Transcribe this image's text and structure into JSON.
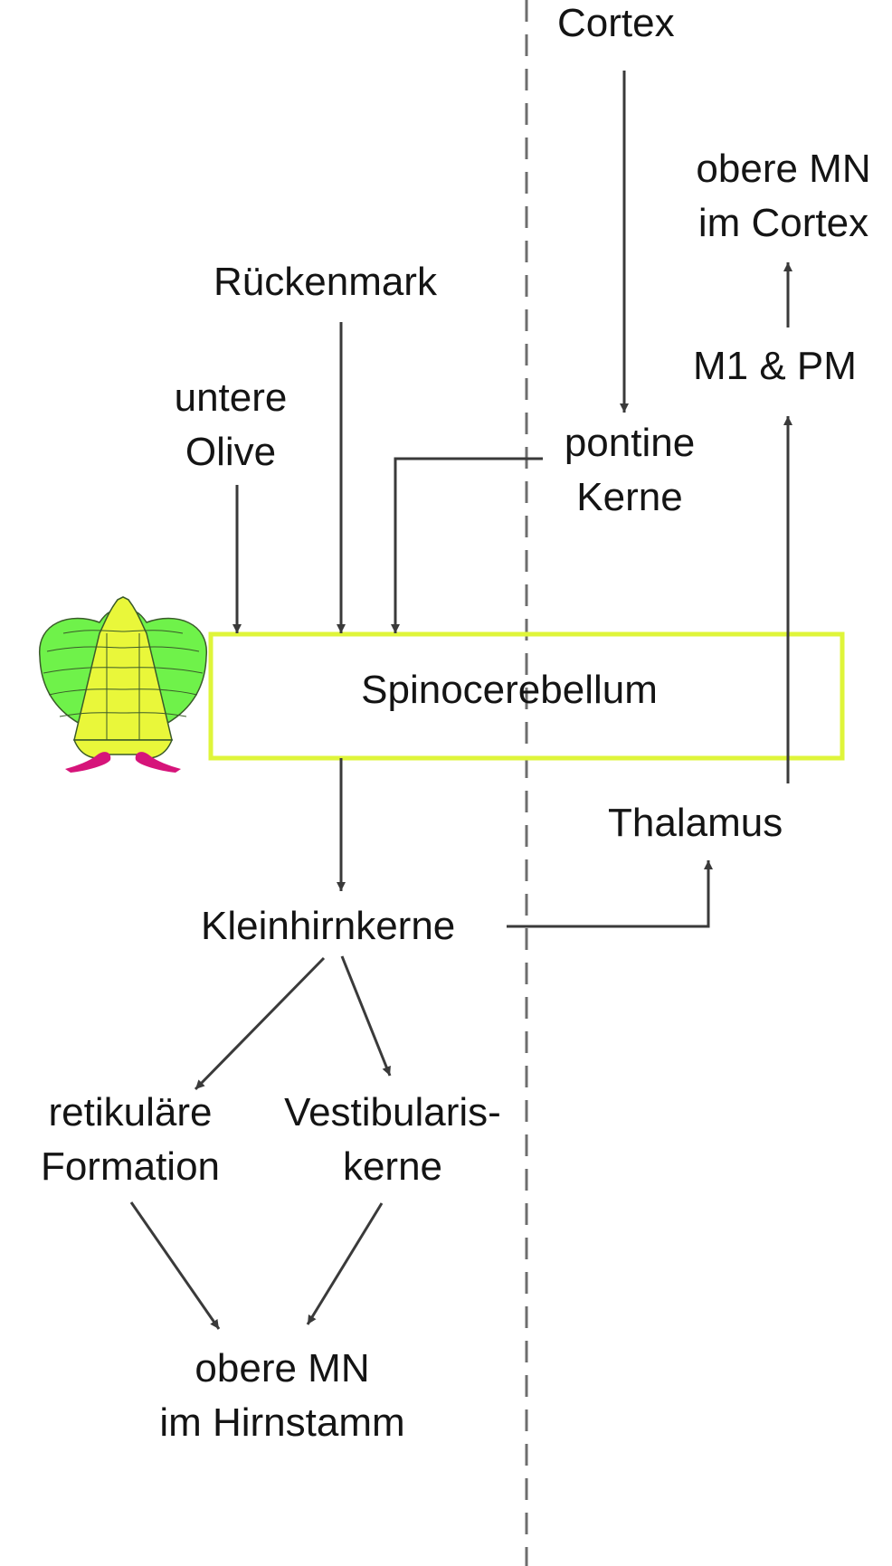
{
  "colors": {
    "text": "#141414",
    "arrow": "#3a3a3a",
    "divider": "#6e6e6e",
    "box_border": "#dff53a",
    "cerebellum_lateral": "#6ff24a",
    "cerebellum_medial": "#e9f73a",
    "cerebellum_lines": "#3a5a2a",
    "flocculus": "#d6147a"
  },
  "icons": {
    "cerebellum": "cerebellum-icon"
  },
  "nodes": {
    "cortex": "Cortex",
    "obere_mn_cortex": {
      "line1": "obere MN",
      "line2": "im Cortex"
    },
    "rueckenmark": "Rückenmark",
    "m1_pm": "M1 & PM",
    "untere_olive": {
      "line1": "untere",
      "line2": "Olive"
    },
    "pontine_kerne": {
      "line1": "pontine",
      "line2": "Kerne"
    },
    "spinocerebellum": "Spinocerebellum",
    "thalamus": "Thalamus",
    "kleinhirnkerne": "Kleinhirnkerne",
    "retikulaere_formation": {
      "line1": "retikuläre",
      "line2": "Formation"
    },
    "vestibulariskerne": {
      "line1": "Vestibularis-",
      "line2": "kerne"
    },
    "obere_mn_hirnstamm": {
      "line1": "obere MN",
      "line2": "im Hirnstamm"
    }
  }
}
